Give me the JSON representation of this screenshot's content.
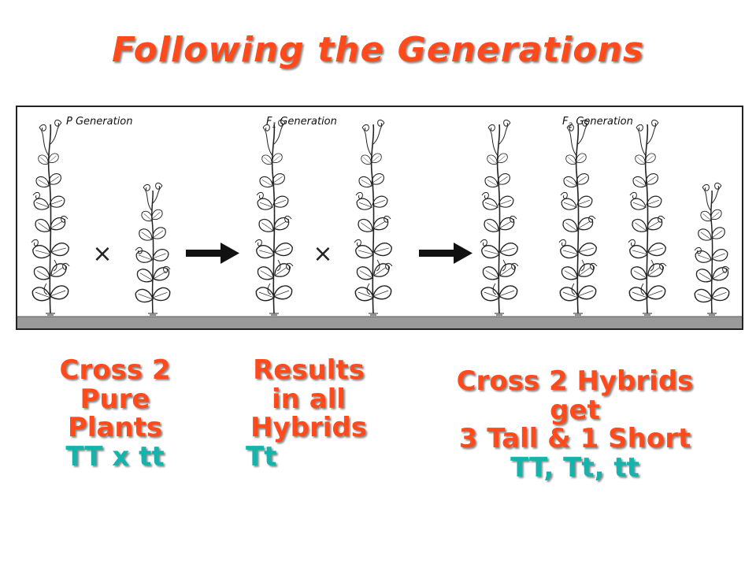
{
  "title": "Following the Generations",
  "figure": {
    "labels": {
      "p": "P Generation",
      "f1_base": "F",
      "f1_sub": "1",
      "f1_rest": " Generation",
      "f2_base": "F",
      "f2_sub": "2",
      "f2_rest": " Generation"
    },
    "cross_symbol": "×"
  },
  "captions": {
    "left": {
      "lines": [
        "Cross 2",
        "Pure",
        "Plants"
      ],
      "genotype": "TT x tt"
    },
    "middle": {
      "lines": [
        "Results",
        "in all",
        "Hybrids"
      ],
      "genotype": "Tt"
    },
    "right": {
      "lines": [
        "Cross 2 Hybrids",
        "get",
        "3 Tall & 1 Short"
      ],
      "genotype": "TT, Tt, tt"
    }
  },
  "colors": {
    "title": "#ff4a1c",
    "caption_text": "#ff4a1c",
    "genotype_text": "#16b3ad",
    "ground": "#9a9a9a"
  }
}
